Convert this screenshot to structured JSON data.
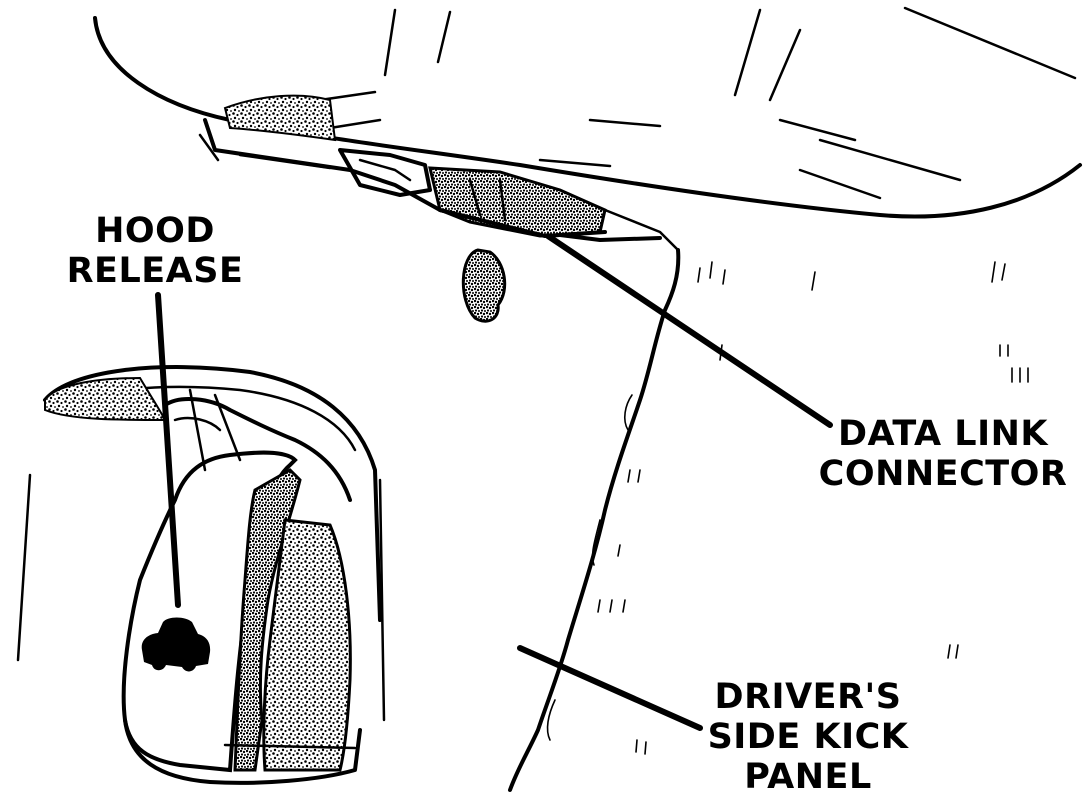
{
  "labels": {
    "hood_release_line1": "HOOD",
    "hood_release_line2": "RELEASE",
    "data_link_line1": "DATA LINK",
    "data_link_line2": "CONNECTOR",
    "kick_panel_line1": "DRIVER'S",
    "kick_panel_line2": "SIDE KICK",
    "kick_panel_line3": "PANEL"
  },
  "colors": {
    "ink": "#000000",
    "paper": "#ffffff"
  },
  "icons": {
    "hood_release_symbol": "car-icon"
  }
}
